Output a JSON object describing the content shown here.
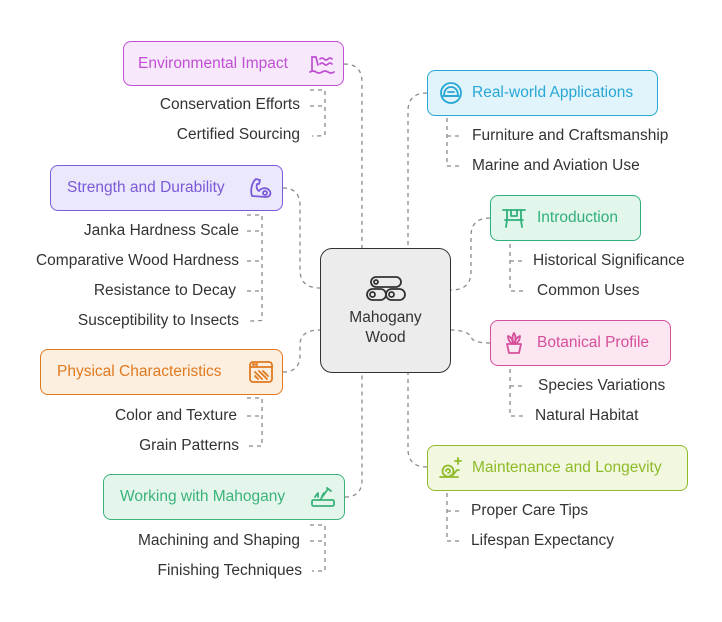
{
  "center": {
    "title": "Mahogany Wood",
    "icon": "wood-logs-icon"
  },
  "branches": [
    {
      "id": "environmental-impact",
      "title": "Environmental Impact",
      "icon": "water-waves-icon",
      "color": "#c04fd4",
      "fill": "#f7e8fb",
      "children": [
        "Conservation Efforts",
        "Certified Sourcing"
      ]
    },
    {
      "id": "strength-and-durability",
      "title": "Strength and Durability",
      "icon": "flexed-arm-icon",
      "color": "#7a5ad8",
      "fill": "#ece8fb",
      "children": [
        "Janka Hardness Scale",
        "Comparative Wood Hardness",
        "Resistance to Decay",
        "Susceptibility to Insects"
      ]
    },
    {
      "id": "physical-characteristics",
      "title": "Physical Characteristics",
      "icon": "texture-frame-icon",
      "color": "#e07a1f",
      "fill": "#fdefe0",
      "children": [
        "Color and Texture",
        "Grain Patterns"
      ]
    },
    {
      "id": "working-with-mahogany",
      "title": "Working with Mahogany",
      "icon": "woodworking-tool-icon",
      "color": "#3ab27a",
      "fill": "#e4f6ec",
      "children": [
        "Machining and Shaping",
        "Finishing Techniques"
      ]
    },
    {
      "id": "real-world-applications",
      "title": "Real-world Applications",
      "icon": "helmet-icon",
      "color": "#27a7d4",
      "fill": "#e2f4fb",
      "children": [
        "Furniture and Craftsmanship",
        "Marine and Aviation Use"
      ]
    },
    {
      "id": "introduction",
      "title": "Introduction",
      "icon": "chair-icon",
      "color": "#2fb07a",
      "fill": "#e2f6ec",
      "children": [
        "Historical Significance",
        "Common Uses"
      ]
    },
    {
      "id": "botanical-profile",
      "title": "Botanical Profile",
      "icon": "plant-pot-icon",
      "color": "#d64f9a",
      "fill": "#fbe6f2",
      "children": [
        "Species Variations",
        "Natural Habitat"
      ]
    },
    {
      "id": "maintenance-and-longevity",
      "title": "Maintenance and Longevity",
      "icon": "snail-sparkle-icon",
      "color": "#8fbb2a",
      "fill": "#f1f8df",
      "children": [
        "Proper Care Tips",
        "Lifespan Expectancy"
      ]
    }
  ]
}
